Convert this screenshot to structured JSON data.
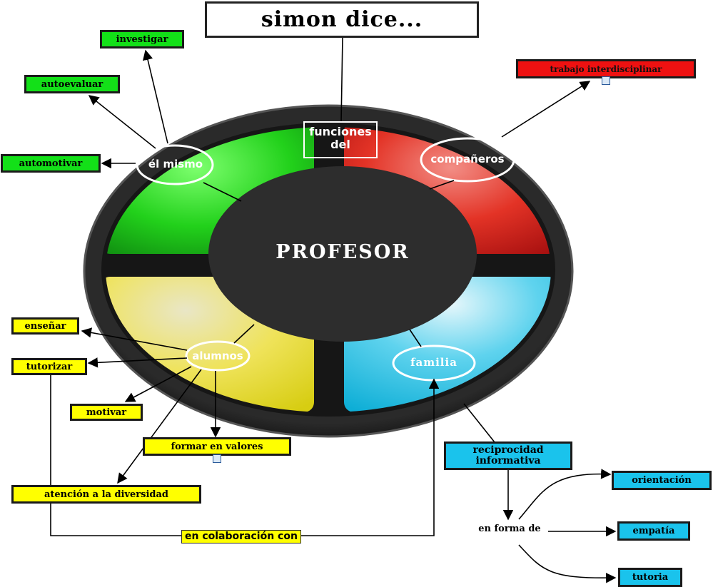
{
  "title": "simon dice...",
  "center": "PROFESOR",
  "functions_box": [
    "funciones",
    "del"
  ],
  "ring_labels": {
    "self": "él mismo",
    "peers": "compañeros",
    "students": "alumnos",
    "family": "familia"
  },
  "self_actions": [
    "investigar",
    "autoevaluar",
    "automotivar"
  ],
  "peer_actions": [
    "trabajo interdisciplinar"
  ],
  "student_actions": [
    "enseñar",
    "tutorizar",
    "motivar",
    "formar en valores",
    "atención a la diversidad"
  ],
  "family_link": "reciprocidad informativa",
  "connector": "en forma de",
  "family_actions": [
    "orientación",
    "empatía",
    "tutoria"
  ],
  "collaboration": "en colaboración con",
  "colors": {
    "green": "#13e018",
    "red": "#ee1111",
    "yellow": "#ffff00",
    "cyan": "#1ac3ec",
    "center": "#2d2d2d"
  }
}
